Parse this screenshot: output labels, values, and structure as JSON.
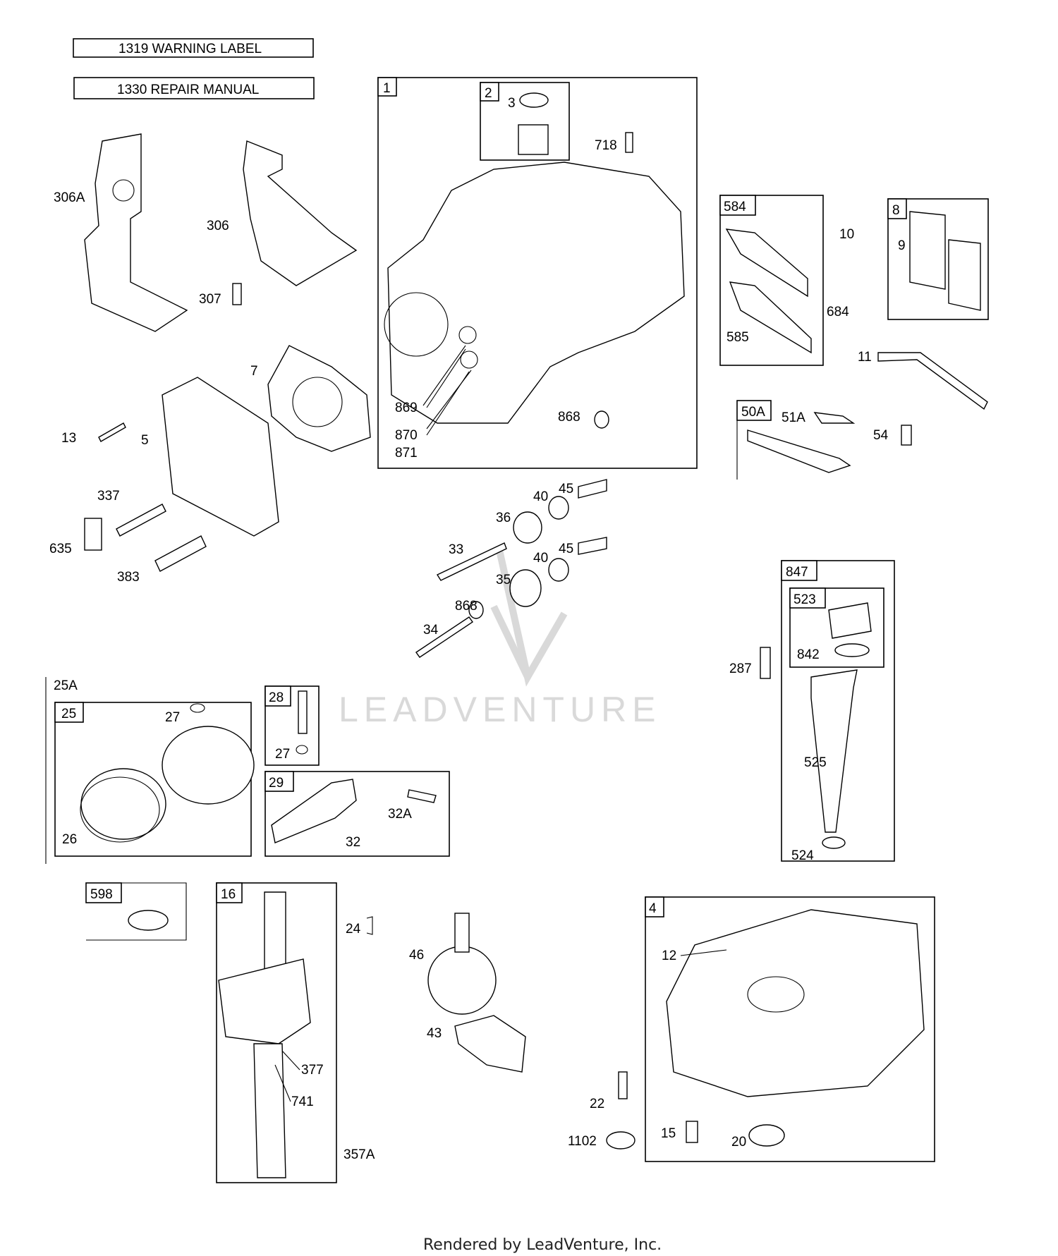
{
  "header_labels": [
    "1319 WARNING LABEL",
    "1330 REPAIR MANUAL"
  ],
  "watermark": "LEADVENTURE",
  "footer": "Rendered by LeadVenture, Inc.",
  "group_labels": {
    "g1": "1",
    "g2": "2",
    "g584": "584",
    "g8": "8",
    "g50A": "50A",
    "g847": "847",
    "g523": "523",
    "g25A": "25A",
    "g25": "25",
    "g28": "28",
    "g29": "29",
    "g598": "598",
    "g16": "16",
    "g4": "4"
  },
  "callouts": {
    "c3": "3",
    "c718": "718",
    "c306A": "306A",
    "c306": "306",
    "c307": "307",
    "c10": "10",
    "c9": "9",
    "c684": "684",
    "c585": "585",
    "c11": "11",
    "c869": "869",
    "c870": "870",
    "c871": "871",
    "c868a": "868",
    "c7": "7",
    "c13": "13",
    "c5": "5",
    "c51A": "51A",
    "c54": "54",
    "c337": "337",
    "c635": "635",
    "c383": "383",
    "c40a": "40",
    "c45a": "45",
    "c36": "36",
    "c33": "33",
    "c40b": "40",
    "c45b": "45",
    "c35": "35",
    "c868b": "868",
    "c34": "34",
    "c842": "842",
    "c287": "287",
    "c525": "525",
    "c524": "524",
    "c27a": "27",
    "c26": "26",
    "c27b": "27",
    "c32A": "32A",
    "c32": "32",
    "c24": "24",
    "c46": "46",
    "c43": "43",
    "c12": "12",
    "c377": "377",
    "c741": "741",
    "c22": "22",
    "c15": "15",
    "c20": "20",
    "c1102": "1102",
    "c357A": "357A"
  }
}
